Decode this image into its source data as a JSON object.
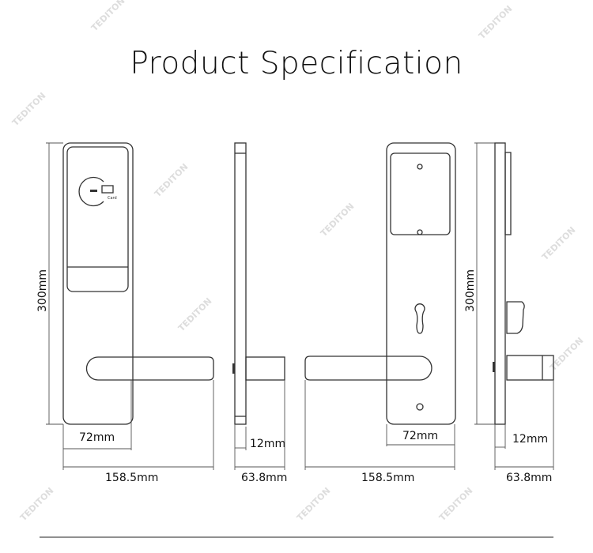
{
  "title": "Product Specification",
  "watermark": "TEDITON",
  "front_view": {
    "height_label": "300mm",
    "plate_width_label": "72mm",
    "total_width_label": "158.5mm",
    "reader_text": "Card"
  },
  "side_view_front": {
    "thickness_label": "12mm",
    "depth_label": "63.8mm"
  },
  "back_view": {
    "plate_width_label": "72mm",
    "total_width_label": "158.5mm"
  },
  "side_view_back": {
    "height_label": "300mm",
    "thickness_label": "12mm",
    "depth_label": "63.8mm"
  }
}
